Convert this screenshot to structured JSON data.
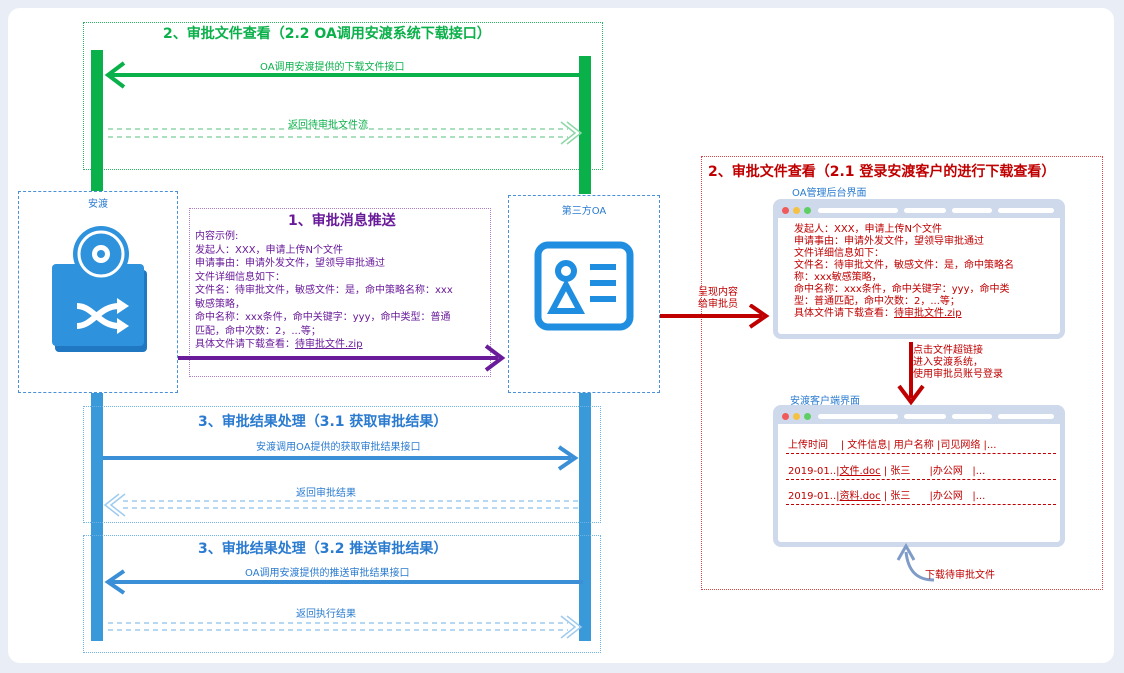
{
  "section_oa_download": {
    "title": "2、审批文件查看（2.2 OA调用安渡系统下载接口）",
    "arrow_request": "OA调用安渡提供的下载文件接口",
    "arrow_response": "返回待审批文件流"
  },
  "anduo": {
    "label": "安渡"
  },
  "third_party_oa": {
    "label": "第三方OA"
  },
  "section_push": {
    "title": "1、审批消息推送",
    "lines": [
      "内容示例:",
      "发起人：XXX，申请上传N个文件",
      "申请事由：申请外发文件，望领导审批通过",
      "文件详细信息如下：",
      "文件名：待审批文件，敏感文件：是，命中策略名称：xxx",
      "敏感策略，",
      "命中名称：xxx条件，命中关键字：yyy，命中类型：普通",
      "匹配，命中次数：2，...等；"
    ],
    "link_prefix": "具体文件请下载查看：",
    "link_text": "待审批文件.zip"
  },
  "section_result_get": {
    "title": "3、审批结果处理（3.1 获取审批结果）",
    "arrow_request": "安渡调用OA提供的获取审批结果接口",
    "arrow_response": "返回审批结果"
  },
  "section_result_push": {
    "title": "3、审批结果处理（3.2 推送审批结果）",
    "arrow_request": "OA调用安渡提供的推送审批结果接口",
    "arrow_response": "返回执行结果"
  },
  "section_client_view": {
    "title": "2、审批文件查看（2.1 登录安渡客户的进行下载查看）",
    "present_label": "呈现内容\n给审批员",
    "oa_panel": {
      "label": "OA管理后台界面",
      "lines": [
        "发起人：XXX，申请上传N个文件",
        "申请事由：申请外发文件，望领导审批通过",
        "文件详细信息如下：",
        "文件名：待审批文件，敏感文件：是，命中策略名",
        "称：xxx敏感策略，",
        "命中名称：xxx条件，命中关键字：yyy，命中类",
        "型：普通匹配，命中次数：2，...等；"
      ],
      "link_prefix": "具体文件请下载查看：",
      "link_text": "待审批文件.zip"
    },
    "click_note": "点击文件超链接\n进入安渡系统，\n使用审批员账号登录",
    "client_panel": {
      "label": "安渡客户端界面",
      "header": "上传时间    | 文件信息| 用户名称 |司见网络 |...",
      "rows": [
        {
          "date": "2019-01..|",
          "file": "文件.doc",
          "rest": " | 张三      |办公网   |..."
        },
        {
          "date": "2019-01..|",
          "file": "资料.doc",
          "rest": " | 张三      |办公网   |..."
        }
      ]
    },
    "download_note": "下载待审批文件"
  },
  "colors": {
    "green": "#0ab04a",
    "blue": "#3a9ad9",
    "purple": "#6a1b9a",
    "red": "#c00000",
    "title_blue": "#2a7bd0"
  }
}
